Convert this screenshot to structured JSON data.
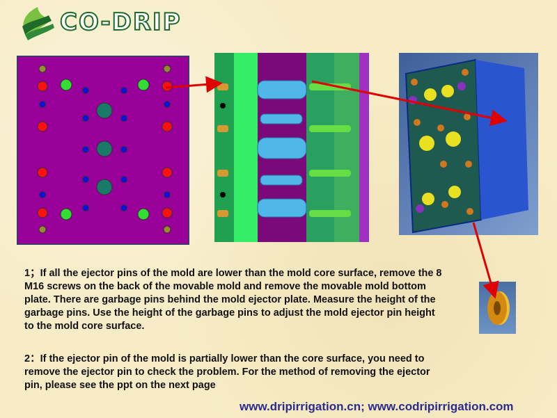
{
  "logo": {
    "brand": "CO-DRIP"
  },
  "images": {
    "plate_top_view": "mold-ejector-plate-top-view",
    "side_section_view": "mold-side-section-view",
    "iso_view": "mold-isometric-view",
    "garbage_pin_part": "garbage-pin-part"
  },
  "paragraphs": [
    "1；If all the ejector pins of the mold are lower than the mold core surface, remove the 8 M16 screws on the back of the movable mold and remove the movable mold bottom plate. There are garbage pins behind the mold ejector plate. Measure the height of the garbage pins. Use the height of the garbage pins to adjust the mold ejector pin height to the mold core surface.",
    "2：If the ejector pin of the mold is partially lower than the core surface, you need to remove the ejector pin to check the problem. For the method of removing the ejector pin, please see the ppt on the next page"
  ],
  "footer": {
    "websites": "www.dripirrigation.cn; www.codripirrigation.com"
  },
  "colors": {
    "arrow": "#e00000",
    "footer_text": "#2b2b8c",
    "background": "#f7ecc6"
  }
}
